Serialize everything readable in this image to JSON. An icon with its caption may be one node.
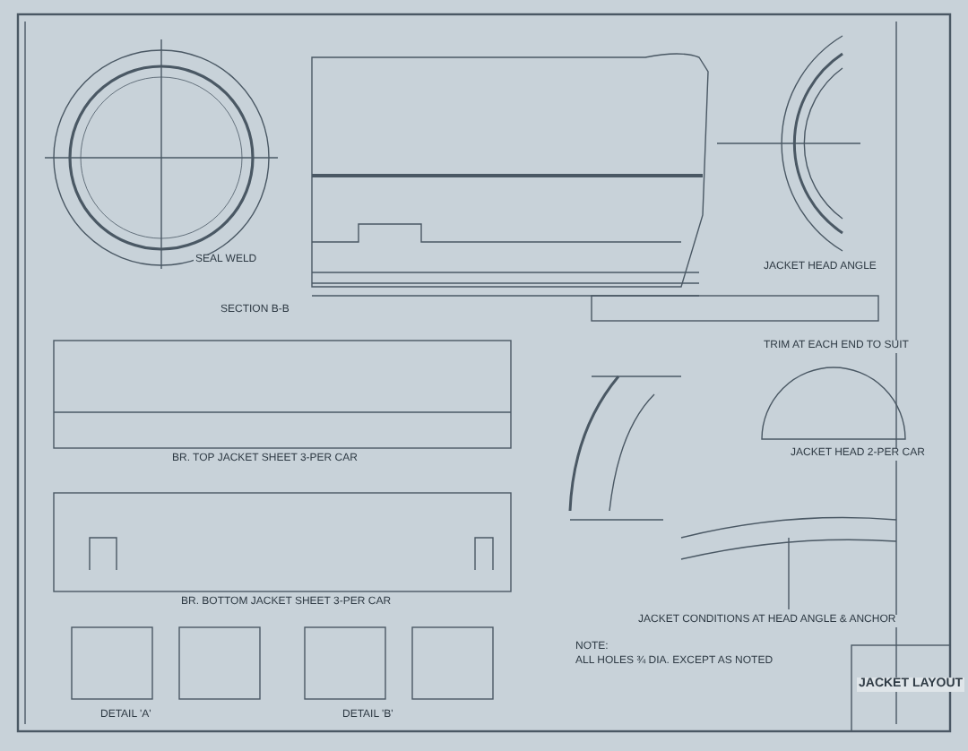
{
  "diagram": {
    "title": "JACKET LAYOUT",
    "labels": [
      "SEAL WELD",
      "SECTION B-B",
      "JACKET HEAD ANGLE",
      "TRIM AT EACH END TO SUIT",
      "BR. TOP JACKET SHEET 3-PER CAR",
      "JACKET HEAD 2-PER CAR",
      "BR. BOTTOM JACKET SHEET 3-PER CAR",
      "JACKET CONDITIONS AT HEAD ANGLE & ANCHOR",
      "NOTE:",
      "ALL HOLES ¾ DIA. EXCEPT AS NOTED",
      "DETAIL 'A'",
      "DETAIL 'B'"
    ]
  }
}
